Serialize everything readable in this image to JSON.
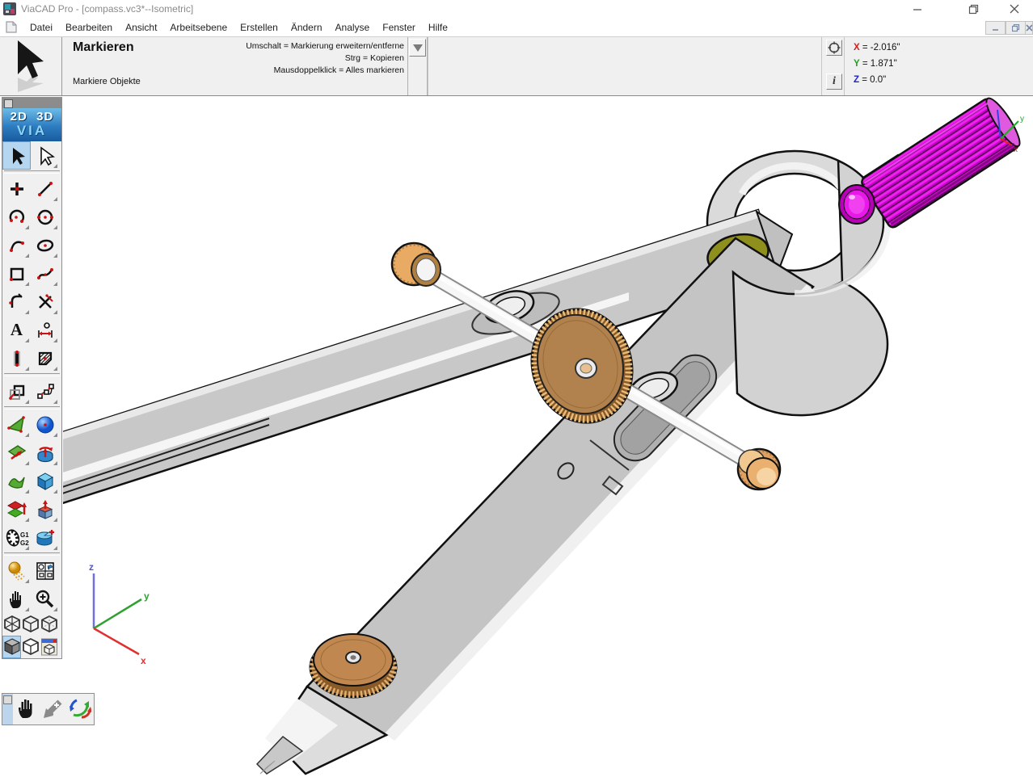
{
  "window": {
    "title": "ViaCAD Pro - [compass.vc3*--Isometric]"
  },
  "menu": {
    "items": [
      "Datei",
      "Bearbeiten",
      "Ansicht",
      "Arbeitsebene",
      "Erstellen",
      "Ändern",
      "Analyse",
      "Fenster",
      "Hilfe"
    ]
  },
  "tool_info": {
    "title": "Markieren",
    "subtitle": "Markiere Objekte",
    "hints": [
      "Umschalt = Markierung erweitern/entferne",
      "Strg = Kopieren",
      "Mausdoppelklick = Alles markieren"
    ]
  },
  "coordinates": {
    "x_label": "X",
    "x_value": "= -2.016\"",
    "y_label": "Y",
    "y_value": "= 1.871\"",
    "z_label": "Z",
    "z_value": "= 0.0\"",
    "x_color": "#cc2222",
    "y_color": "#22a022",
    "z_color": "#2222cc"
  },
  "info_button": "i",
  "toolbar_logo": {
    "left": "2D",
    "right": "3D",
    "bottom": "VIA"
  },
  "toolbar_text": {
    "text_tool": "A",
    "zebra_g1": "G1",
    "zebra_g2": "G2"
  },
  "axis_triad": {
    "x": "x",
    "y": "y",
    "z": "z"
  },
  "model": {
    "name": "compass-3d-model",
    "view": "Isometric",
    "colors": {
      "handle_magenta": "#d800d8",
      "collar_magenta": "#ee00ee",
      "gear_brown": "#b2824e",
      "pivot_olive": "#8f8f1d",
      "knob_tan": "#e9ab63",
      "arm_gray": "#c6c6c6",
      "selection_blue": "#b4d6f0"
    }
  }
}
